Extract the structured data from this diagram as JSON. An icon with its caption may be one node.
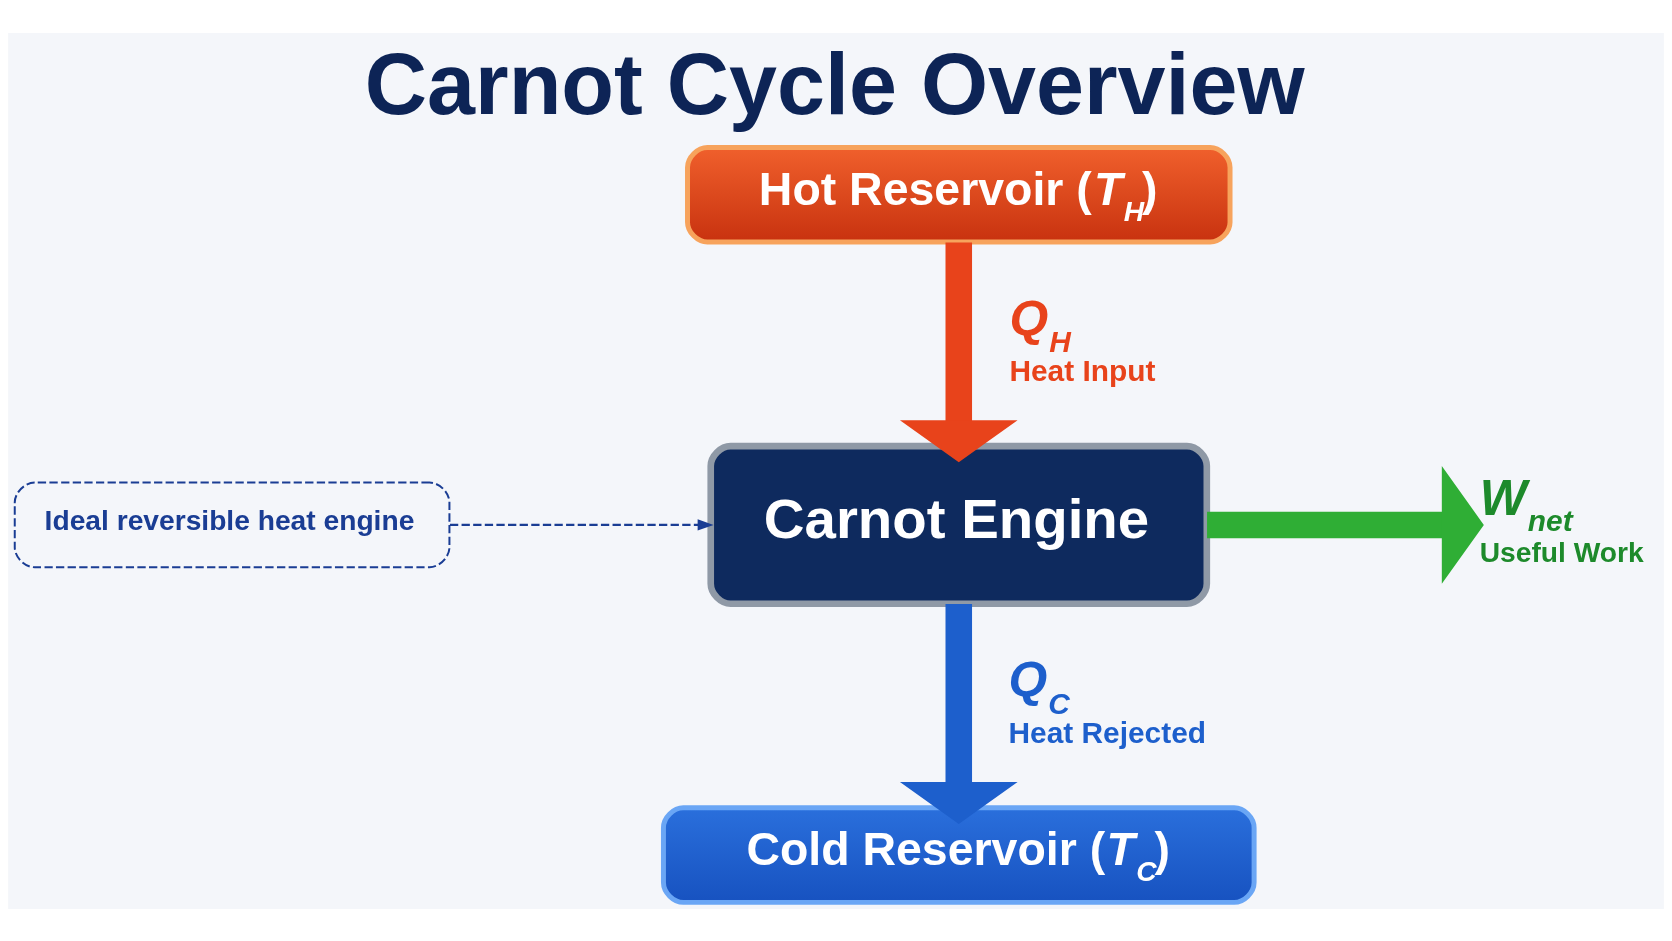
{
  "diagram": {
    "title": "Carnot Cycle Overview",
    "nodes": [
      {
        "text": [
          "Hot Reservoir (*T*$_{H}$)"
        ]
      },
      {
        "text": [
          "Carnot Engine"
        ]
      },
      {
        "text": [
          "Cold Reservoir (*T*$_{C}$)"
        ]
      },
      {
        "text": [
          "Ideal reversible heat engine"
        ]
      },
      {
        "text": [
          "*W*$_{net}$",
          "Useful Work"
        ]
      }
    ],
    "edges": [
      {
        "from": 0,
        "to": 1,
        "arrow": "to",
        "label": "*Q*$_{H}$ Heat Input",
        "color": "#e8431b"
      },
      {
        "from": 3,
        "to": 1,
        "arrow": "to",
        "style": "dashed",
        "color": "#1a3d94"
      },
      {
        "from": 1,
        "to": 4,
        "arrow": "to",
        "color": "#2fae35"
      },
      {
        "from": 1,
        "to": 2,
        "arrow": "to",
        "label": "*Q*$_{C}$ Heat Rejected",
        "color": "#1d5fcc"
      }
    ]
  }
}
